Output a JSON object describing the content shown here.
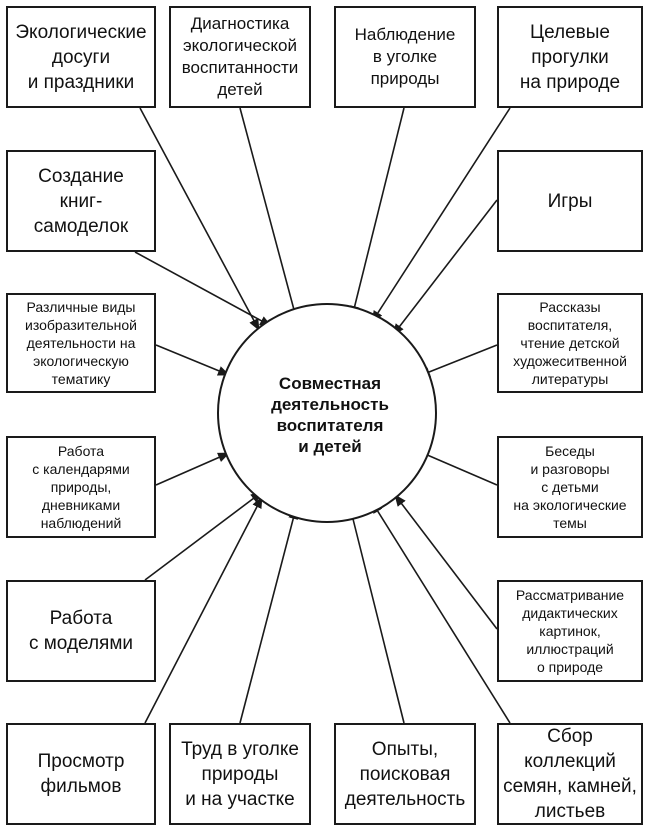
{
  "center": {
    "label": "Совместная\nдеятельность\nвоспитателя\nи детей"
  },
  "boxes": [
    {
      "id": "top-1",
      "label": "Экологические\nдосуги\nи праздники"
    },
    {
      "id": "top-2",
      "label": "Диагностика\nэкологической\nвоспитанности\nдетей"
    },
    {
      "id": "top-3",
      "label": "Наблюдение\nв уголке\nприроды"
    },
    {
      "id": "top-4",
      "label": "Целевые\nпрогулки\nна природе"
    },
    {
      "id": "left-1",
      "label": "Создание\nкниг-\nсамоделок"
    },
    {
      "id": "right-1",
      "label": "Игры"
    },
    {
      "id": "left-2",
      "label": "Различные виды\nизобразительной\nдеятельности на\nэкологическую\nтематику"
    },
    {
      "id": "right-2",
      "label": "Рассказы\nвоспитателя,\nчтение детской\nхудожеситвенной\nлитературы"
    },
    {
      "id": "left-3",
      "label": "Работа\nс календарями\nприроды,\nдневниками\nнаблюдений"
    },
    {
      "id": "right-3",
      "label": "Беседы\nи разговоры\nс детьми\nна экологические\nтемы"
    },
    {
      "id": "left-4",
      "label": "Работа\nс моделями"
    },
    {
      "id": "right-4",
      "label": "Рассматривание\nдидактических\nкартинок,\nиллюстраций\nо природе"
    },
    {
      "id": "bottom-1",
      "label": "Просмотр\nфильмов"
    },
    {
      "id": "bottom-2",
      "label": "Труд в уголке\nприроды\nи на участке"
    },
    {
      "id": "bottom-3",
      "label": "Опыты,\nпоисковая\nдеятельность"
    },
    {
      "id": "bottom-4",
      "label": "Сбор\nколлекций\nсемян, камней,\nлистьев"
    }
  ]
}
